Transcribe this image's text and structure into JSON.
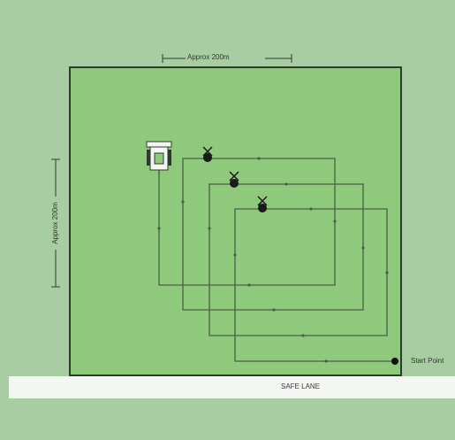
{
  "diagram": {
    "top_dimension": "Approx 200m",
    "side_dimension": "Approx 200m",
    "start_point": "Start Point",
    "safe_lane": "SAFE LANE"
  },
  "colors": {
    "background": "#a9cda3",
    "field": "#8fc97c",
    "field_border": "#2f3a2e",
    "route": "#4b5f48",
    "lane": "#f4f6f3"
  },
  "icons": {
    "rover": "tractor-icon",
    "targets": [
      "target-marker-icon",
      "target-marker-icon",
      "target-marker-icon"
    ],
    "start": "start-point-dot-icon"
  }
}
